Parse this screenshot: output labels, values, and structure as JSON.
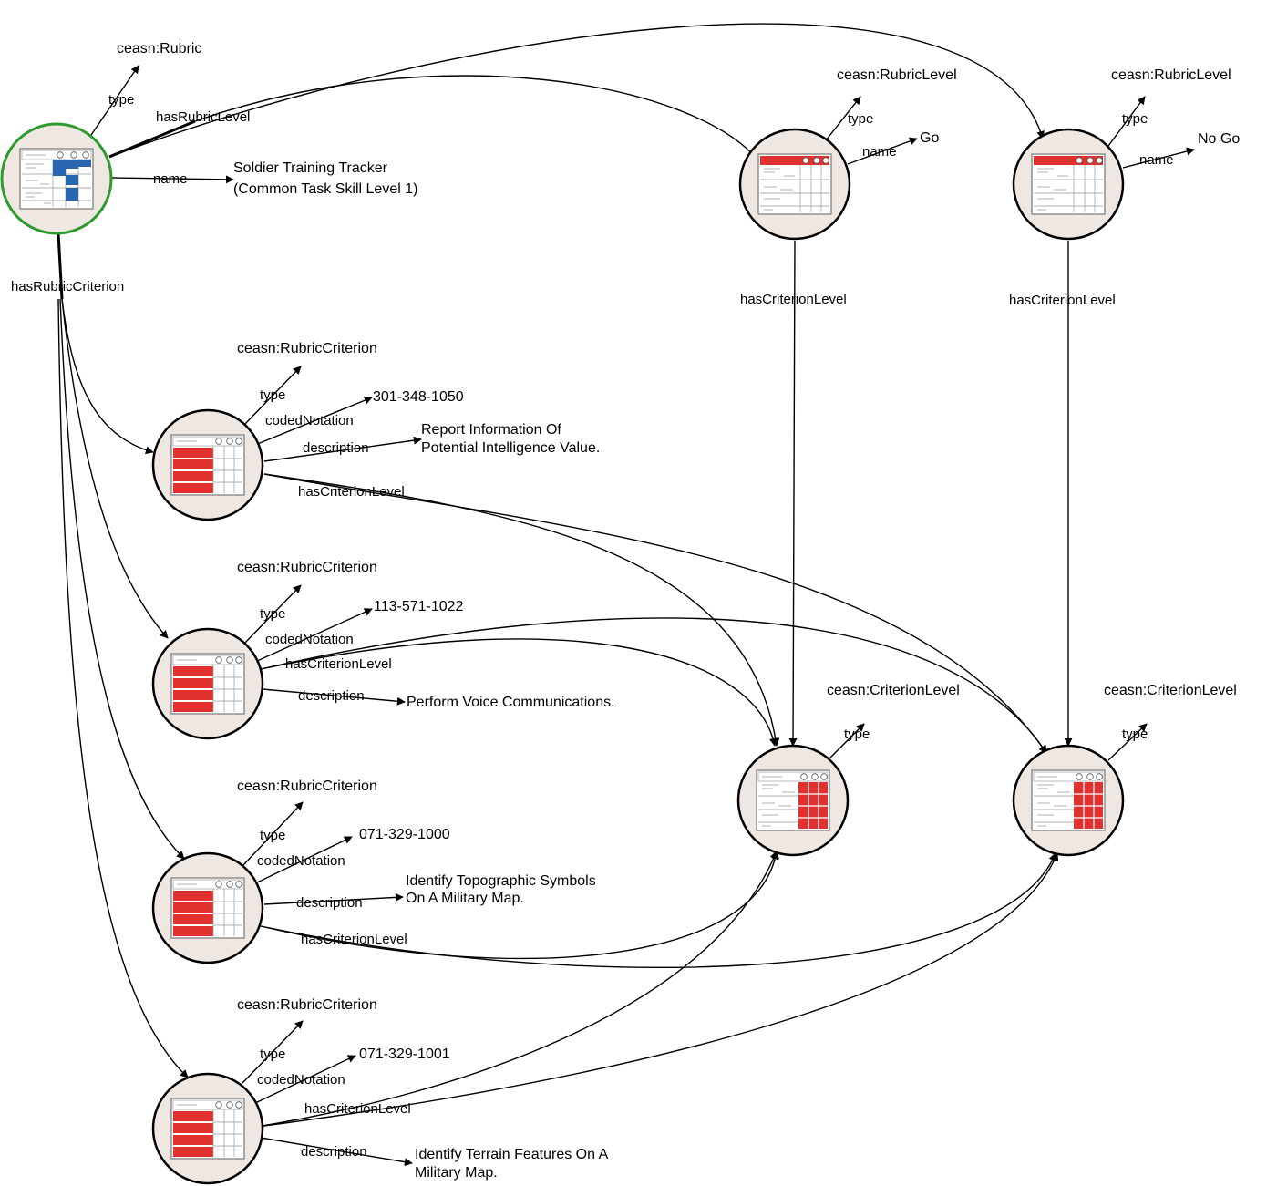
{
  "colors": {
    "node_fill": "#efe8e2",
    "root_border": "#2e9a2e",
    "rubric_cell": "#2a66b0",
    "highlight": "#e03030"
  },
  "rubric": {
    "type_label": "type",
    "type_value": "ceasn:Rubric",
    "name_label": "name",
    "name_line1": "Soldier Training Tracker",
    "name_line2": "(Common Task Skill Level 1)",
    "has_rubric_level": "hasRubricLevel",
    "has_rubric_criterion": "hasRubricCriterion",
    "icon": "rubric-table-icon"
  },
  "levels": [
    {
      "type_label": "type",
      "type_value": "ceasn:RubricLevel",
      "name_label": "name",
      "name_value": "Go",
      "link_label": "hasCriterionLevel",
      "icon": "rubric-level-icon"
    },
    {
      "type_label": "type",
      "type_value": "ceasn:RubricLevel",
      "name_label": "name",
      "name_value": "No Go",
      "link_label": "hasCriterionLevel",
      "icon": "rubric-level-icon"
    }
  ],
  "criterion_levels": [
    {
      "type_label": "type",
      "type_value": "ceasn:CriterionLevel",
      "icon": "criterion-level-icon"
    },
    {
      "type_label": "type",
      "type_value": "ceasn:CriterionLevel",
      "icon": "criterion-level-icon"
    }
  ],
  "criteria": [
    {
      "type_label": "type",
      "type_value": "ceasn:RubricCriterion",
      "notation_label": "codedNotation",
      "notation_value": "301-348-1050",
      "description_label": "description",
      "description_line1": "Report Information Of",
      "description_line2": "Potential Intelligence Value.",
      "level_label": "hasCriterionLevel",
      "icon": "rubric-criterion-icon"
    },
    {
      "type_label": "type",
      "type_value": "ceasn:RubricCriterion",
      "notation_label": "codedNotation",
      "notation_value": "113-571-1022",
      "description_label": "description",
      "description_line1": "Perform Voice Communications.",
      "description_line2": "",
      "level_label": "hasCriterionLevel",
      "icon": "rubric-criterion-icon"
    },
    {
      "type_label": "type",
      "type_value": "ceasn:RubricCriterion",
      "notation_label": "codedNotation",
      "notation_value": "071-329-1000",
      "description_label": "description",
      "description_line1": "Identify Topographic Symbols",
      "description_line2": "On A Military Map.",
      "level_label": "hasCriterionLevel",
      "icon": "rubric-criterion-icon"
    },
    {
      "type_label": "type",
      "type_value": "ceasn:RubricCriterion",
      "notation_label": "codedNotation",
      "notation_value": "071-329-1001",
      "description_label": "description",
      "description_line1": "Identify Terrain Features On A",
      "description_line2": "Military Map.",
      "level_label": "hasCriterionLevel",
      "icon": "rubric-criterion-icon"
    }
  ]
}
